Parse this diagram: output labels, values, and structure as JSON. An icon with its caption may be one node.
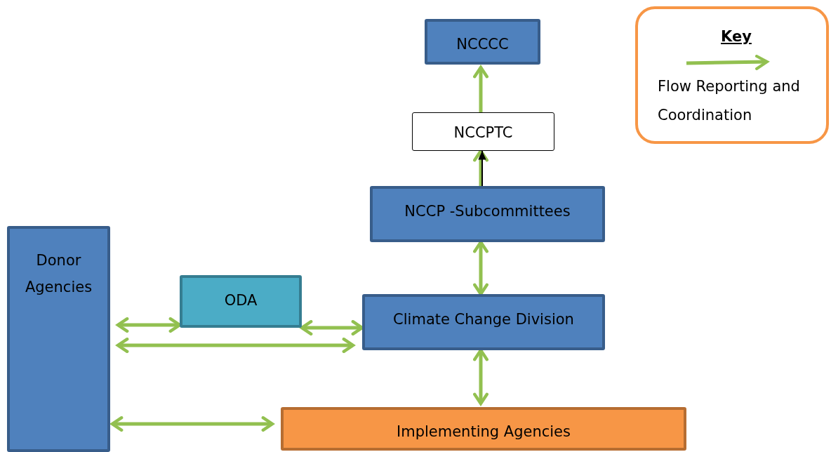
{
  "diagram": {
    "nodes": [
      {
        "text": [
          "NCCCC"
        ]
      },
      {
        "text": [
          "NCCPTC"
        ]
      },
      {
        "text": [
          "NCCP -Subcommittees"
        ]
      },
      {
        "text": [
          "Donor Agencies"
        ]
      },
      {
        "text": [
          "ODA"
        ]
      },
      {
        "text": [
          "Climate Change Division"
        ]
      },
      {
        "text": [
          "Implementing Agencies"
        ]
      }
    ],
    "edges": [
      {
        "from": 1,
        "to": 0,
        "arrow": "to"
      },
      {
        "from": 2,
        "to": 1,
        "arrow": "to"
      },
      {
        "from": 2,
        "to": 1,
        "arrow": "to",
        "color": "#000000"
      },
      {
        "from": 5,
        "to": 2,
        "arrow": "both"
      },
      {
        "from": 3,
        "to": 4,
        "arrow": "both"
      },
      {
        "from": 4,
        "to": 5,
        "arrow": "both"
      },
      {
        "from": 3,
        "to": 5,
        "arrow": "both"
      },
      {
        "from": 5,
        "to": 6,
        "arrow": "both"
      },
      {
        "from": 3,
        "to": 6,
        "arrow": "both"
      }
    ],
    "labels": [
      "Key"
    ],
    "legend": [
      {
        "text": "Flow Reporting and Coordination"
      }
    ]
  }
}
